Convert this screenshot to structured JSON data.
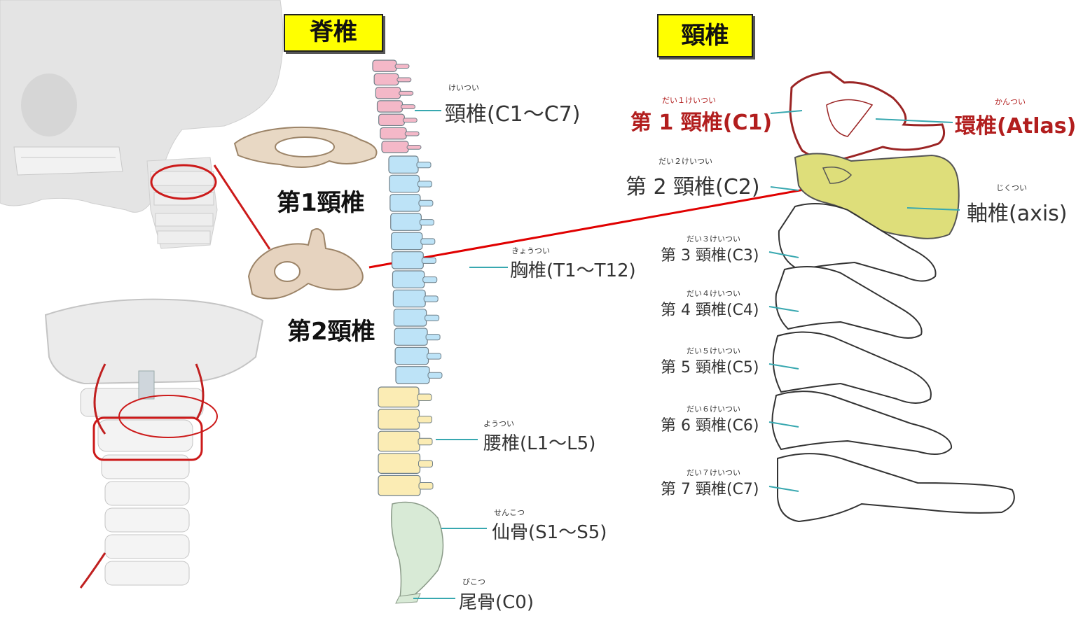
{
  "titles": {
    "spine": "脊椎",
    "cervical": "頸椎"
  },
  "left_labels": {
    "c1": "第1頸椎",
    "c2": "第2頸椎"
  },
  "spine_regions": [
    {
      "ruby": "けいつい",
      "label": "頸椎(C1〜C7)"
    },
    {
      "ruby": "きょうつい",
      "label": "胸椎(T1〜T12)"
    },
    {
      "ruby": "ようつい",
      "label": "腰椎(L1〜L5)"
    },
    {
      "ruby": "せんこつ",
      "label": "仙骨(S1〜S5)"
    },
    {
      "ruby": "びこつ",
      "label": "尾骨(C0)"
    }
  ],
  "cervical_vertebrae": [
    {
      "ruby": "だい１けいつい",
      "label": "第 1 頸椎(C1)"
    },
    {
      "ruby": "だい２けいつい",
      "label": "第 2 頸椎(C2)"
    },
    {
      "ruby": "だい３けいつい",
      "label": "第 3 頸椎(C3)"
    },
    {
      "ruby": "だい４けいつい",
      "label": "第 4 頸椎(C4)"
    },
    {
      "ruby": "だい５けいつい",
      "label": "第 5 頸椎(C5)"
    },
    {
      "ruby": "だい６けいつい",
      "label": "第 6 頸椎(C6)"
    },
    {
      "ruby": "だい７けいつい",
      "label": "第 7 頸椎(C7)"
    }
  ],
  "atlas": {
    "ruby": "かんつい",
    "label": "環椎(Atlas)"
  },
  "axis": {
    "ruby": "じくつい",
    "label": "軸椎(axis)"
  },
  "colors": {
    "highlight_red": "#b21e1e",
    "title_bg": "#ffff00",
    "cervical_pink": "#f4b8c8",
    "thoracic_blue": "#bde3f7",
    "lumbar_yellow": "#fbecb4",
    "sacrum_green": "#d8ead6",
    "axis_fill": "#dede7a",
    "leader_teal": "#38a8b0"
  }
}
